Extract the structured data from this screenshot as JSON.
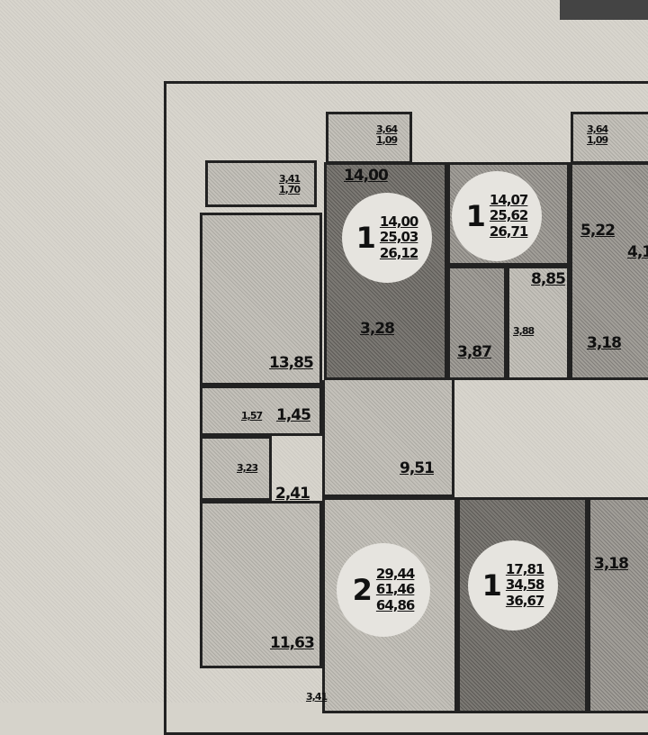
{
  "balconies": [
    {
      "a": "3,41",
      "b": "1,70"
    },
    {
      "a": "3,64",
      "b": "1,09"
    },
    {
      "a": "3,64",
      "b": "1,09"
    }
  ],
  "rooms": {
    "kitchen": "13,85",
    "studio1_main": "14,00",
    "studio1_kitchen": "3,28",
    "studio1_hall": "3,87",
    "studio2_kitchen": "8,85",
    "studio2_bath": "3,88",
    "right_hall": "5,22",
    "right_partial": "4,1",
    "right_bath": "3,18",
    "wc": "1,57",
    "hall_small": "1,45",
    "bath": "3,23",
    "hall2": "2,41",
    "corridor": "9,51",
    "bedroom": "11,63",
    "right_lower": "3,18",
    "bottom_balcony": "3,41"
  },
  "apartments": [
    {
      "rooms": "1",
      "living": "14,00",
      "total": "25,03",
      "with_balcony": "26,12"
    },
    {
      "rooms": "1",
      "living": "14,07",
      "total": "25,62",
      "with_balcony": "26,71"
    },
    {
      "rooms": "2",
      "living": "29,44",
      "total": "61,46",
      "with_balcony": "64,86"
    },
    {
      "rooms": "1",
      "living": "17,81",
      "total": "34,58",
      "with_balcony": "36,67"
    }
  ]
}
